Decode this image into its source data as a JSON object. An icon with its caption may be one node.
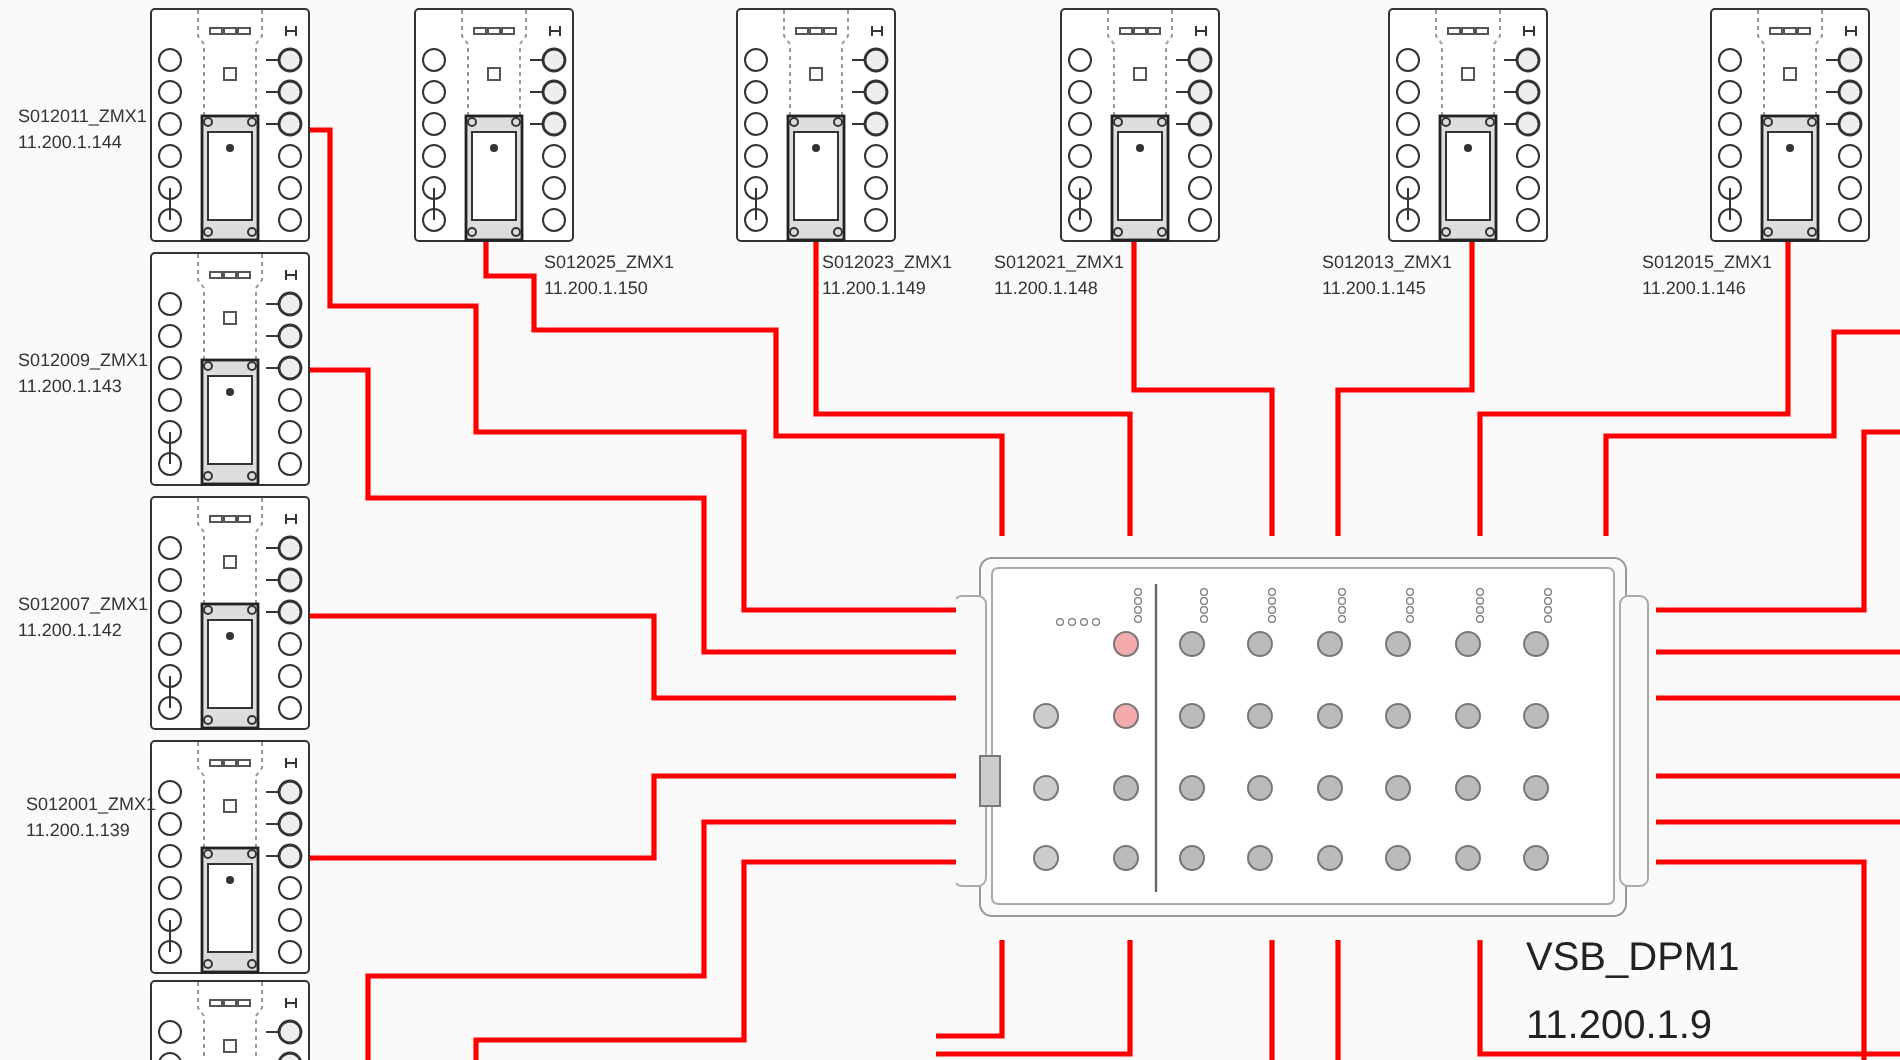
{
  "diagram": {
    "nodes": [
      {
        "text": [
          "S012011_ZMX1",
          "11.200.1.144"
        ]
      },
      {
        "text": [
          "S012025_ZMX1",
          "11.200.1.150"
        ]
      },
      {
        "text": [
          "S012023_ZMX1",
          "11.200.1.149"
        ]
      },
      {
        "text": [
          "S012021_ZMX1",
          "11.200.1.148"
        ]
      },
      {
        "text": [
          "S012013_ZMX1",
          "11.200.1.145"
        ]
      },
      {
        "text": [
          "S012015_ZMX1",
          "11.200.1.146"
        ]
      },
      {
        "text": [
          "S012009_ZMX1",
          "11.200.1.143"
        ]
      },
      {
        "text": [
          "S012007_ZMX1",
          "11.200.1.142"
        ]
      },
      {
        "text": [
          "S012001_ZMX1",
          "11.200.1.139"
        ]
      },
      {
        "text": [],
        "shape": "picture"
      },
      {
        "text": [
          "VSB_DPM1",
          "11.200.1.9"
        ]
      }
    ],
    "edges": [
      {
        "from": 0,
        "to": 10,
        "arrow": "none"
      },
      {
        "from": 1,
        "to": 10,
        "arrow": "none"
      },
      {
        "from": 2,
        "to": 10,
        "arrow": "none"
      },
      {
        "from": 3,
        "to": 10,
        "arrow": "none"
      },
      {
        "from": 4,
        "to": 10,
        "arrow": "none"
      },
      {
        "from": 5,
        "to": 10,
        "arrow": "none"
      },
      {
        "from": 6,
        "to": 10,
        "arrow": "none"
      },
      {
        "from": 7,
        "to": 10,
        "arrow": "none"
      },
      {
        "from": 8,
        "to": 10,
        "arrow": "none"
      },
      {
        "from": null,
        "to": 10,
        "arrow": "none"
      },
      {
        "from": null,
        "to": 10,
        "arrow": "none"
      },
      {
        "from": null,
        "to": 10,
        "arrow": "none"
      },
      {
        "from": null,
        "to": 10,
        "arrow": "none"
      },
      {
        "from": null,
        "to": 10,
        "arrow": "none"
      },
      {
        "from": null,
        "to": 10,
        "arrow": "none"
      },
      {
        "from": null,
        "to": 10,
        "arrow": "none"
      },
      {
        "from": null,
        "to": 10,
        "arrow": "none"
      },
      {
        "from": null,
        "to": 10,
        "arrow": "none"
      },
      {
        "from": null,
        "to": 10,
        "arrow": "none"
      },
      {
        "from": null,
        "to": 10,
        "arrow": "none"
      },
      {
        "from": null,
        "to": 10,
        "arrow": "none"
      },
      {
        "from": null,
        "to": 10,
        "arrow": "none"
      },
      {
        "from": null,
        "to": 10,
        "arrow": "none"
      }
    ]
  }
}
